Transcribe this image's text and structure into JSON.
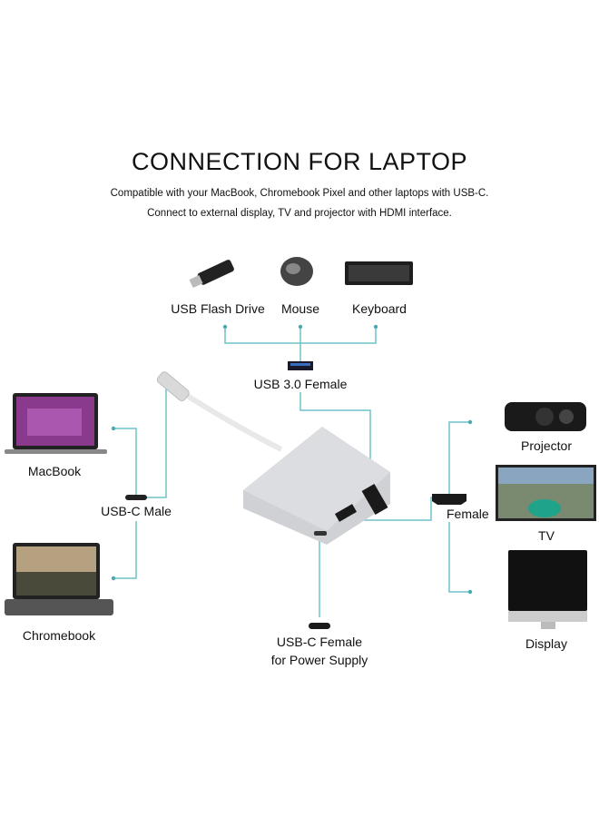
{
  "header": {
    "title": "CONNECTION FOR LAPTOP",
    "subtitle_line1": "Compatible with your MacBook, Chromebook Pixel and other laptops with USB-C.",
    "subtitle_line2": "Connect to external display, TV and projector with HDMI interface."
  },
  "peripherals": [
    {
      "label": "USB Flash Drive",
      "icon": "usb-flash-drive-icon"
    },
    {
      "label": "Mouse",
      "icon": "mouse-icon"
    },
    {
      "label": "Keyboard",
      "icon": "keyboard-icon"
    }
  ],
  "ports": {
    "usb3": "USB 3.0 Female",
    "usbc_male": "USB-C Male",
    "hdmi": "Female",
    "usbc_power_line1": "USB-C Female",
    "usbc_power_line2": "for Power Supply"
  },
  "laptops": [
    {
      "label": "MacBook",
      "icon": "macbook-icon"
    },
    {
      "label": "Chromebook",
      "icon": "chromebook-icon"
    }
  ],
  "displays": [
    {
      "label": "Projector",
      "icon": "projector-icon"
    },
    {
      "label": "TV",
      "icon": "tv-icon"
    },
    {
      "label": "Display",
      "icon": "monitor-icon"
    }
  ],
  "colors": {
    "line": "#6fc3c9",
    "text": "#111111"
  }
}
